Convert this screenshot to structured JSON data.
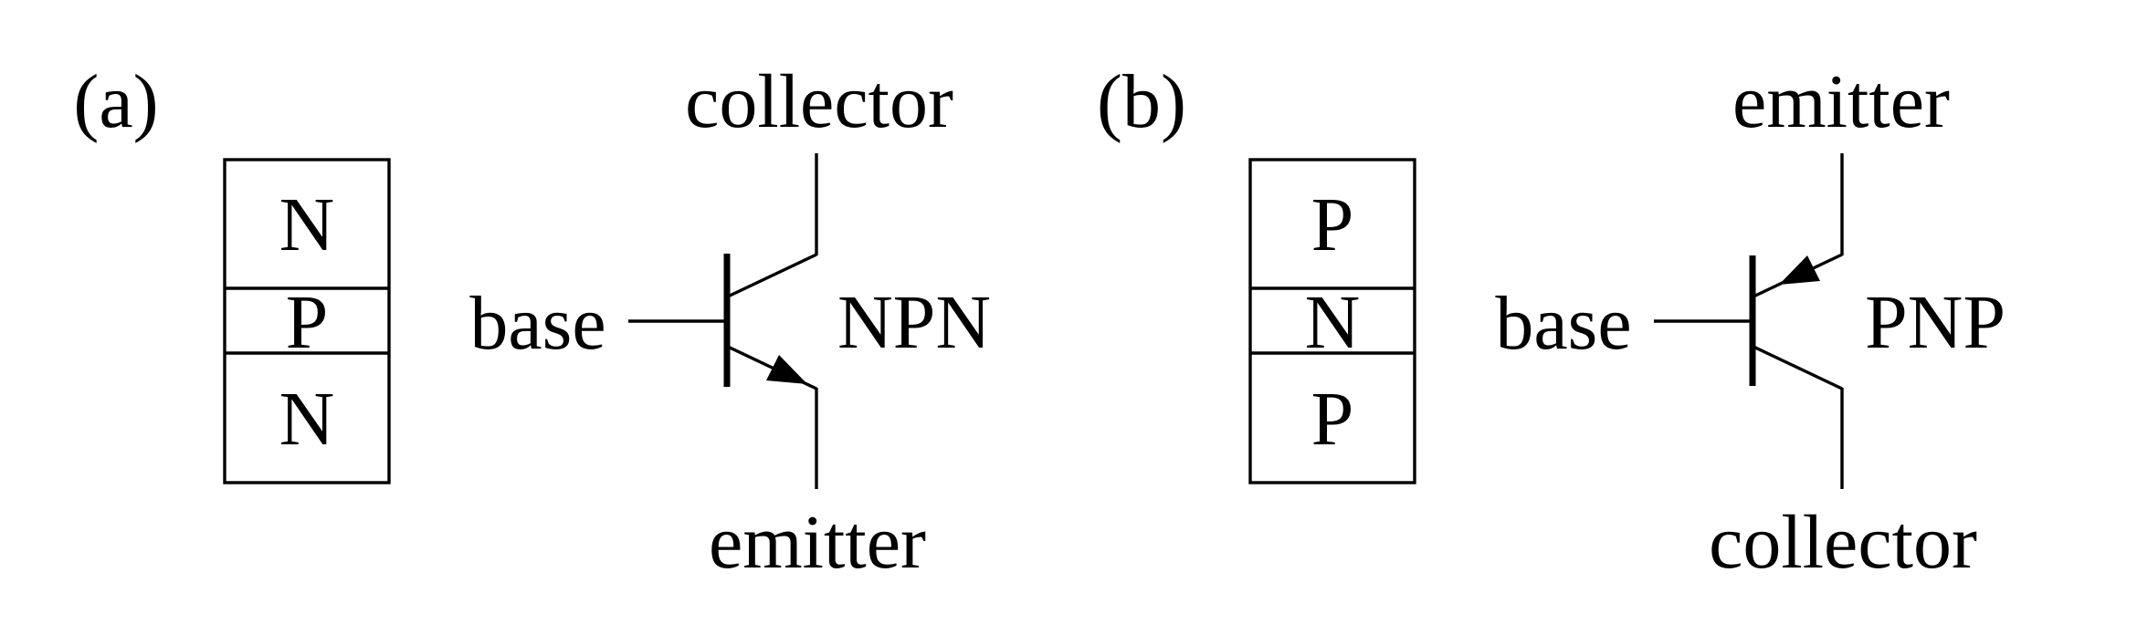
{
  "figure": {
    "description_labels": {
      "panel_a": "(a)",
      "panel_b": "(b)"
    }
  },
  "panels": [
    {
      "label": "(a)",
      "layers": [
        "N",
        "P",
        "N"
      ],
      "symbol_label": "NPN",
      "terminals": {
        "top": "collector",
        "left": "base",
        "bottom": "emitter"
      }
    },
    {
      "label": "(b)",
      "layers": [
        "P",
        "N",
        "P"
      ],
      "symbol_label": "PNP",
      "terminals": {
        "top": "emitter",
        "left": "base",
        "bottom": "collector"
      }
    }
  ],
  "colors": {
    "ink": "#000000",
    "background": "#ffffff"
  }
}
